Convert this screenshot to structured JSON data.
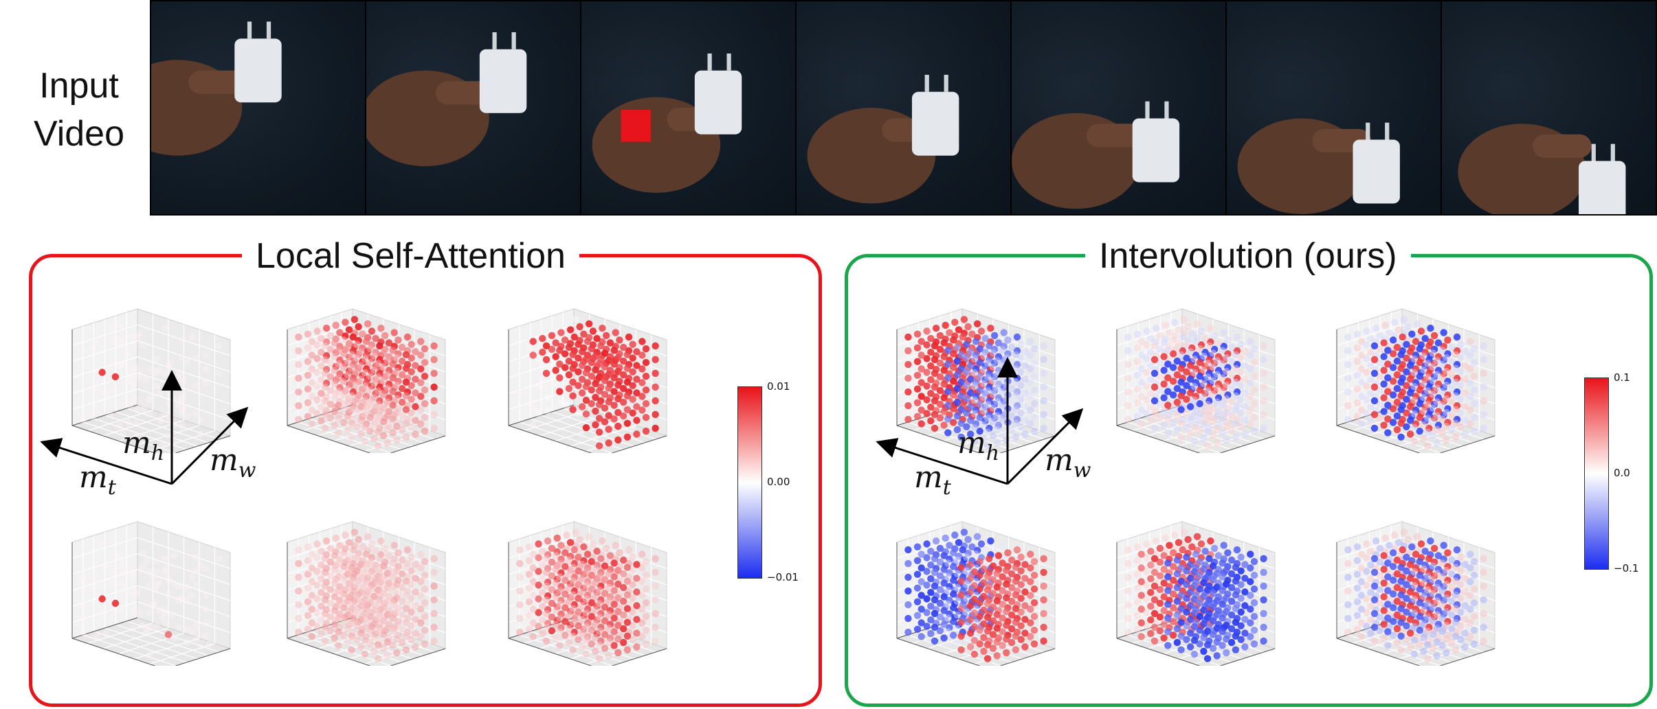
{
  "input": {
    "label_line1": "Input",
    "label_line2": "Video",
    "frame_count": 7,
    "marked_frame": 3,
    "marker_color": "#e8141b"
  },
  "left_panel": {
    "title": "Local Self-Attention",
    "border_color": "#e8141b",
    "colorbar": {
      "max": "0.01",
      "mid": "0.00",
      "min": "−0.01"
    },
    "axes": {
      "h": "m",
      "h_sub": "h",
      "w": "m",
      "w_sub": "w",
      "t": "m",
      "t_sub": "t"
    }
  },
  "right_panel": {
    "title": "Intervolution (ours)",
    "border_color": "#1aa64b",
    "colorbar": {
      "max": "0.1",
      "mid": "0.0",
      "min": "−0.1"
    },
    "axes": {
      "h": "m",
      "h_sub": "h",
      "w": "m",
      "w_sub": "w",
      "t": "m",
      "t_sub": "t"
    }
  },
  "colors": {
    "positive": "#e8141b",
    "negative": "#1c2df0",
    "neutral": "#ffffff"
  }
}
